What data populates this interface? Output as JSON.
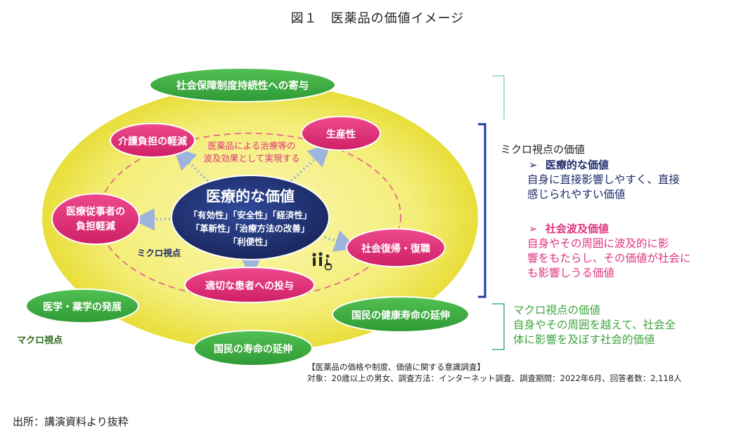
{
  "title": "図１　医薬品の価値イメージ",
  "diagram": {
    "top_node": "社会保障制度持続性への寄与",
    "center_title": "医療的な価値",
    "center_lines": [
      "「有効性」「安全性」「経済性」",
      "「革新性」「治療方法の改善」",
      "「利便性」"
    ],
    "inner_nodes": {
      "care_burden": "介護負担の軽減",
      "productivity": "生産性",
      "staff_line1": "医療従事者の",
      "staff_line2": "負担軽減",
      "return_work": "社会復帰・復職",
      "administration": "適切な患者への投与"
    },
    "ripple_note_line1": "医薬品による治療等の",
    "ripple_note_line2": "波及効果として実現する",
    "micro_label": "ミクロ視点",
    "macro_label": "マクロ視点",
    "outer_nodes": {
      "science": "医学・薬学の発展",
      "healthy_life": "国民の健康寿命の延伸",
      "longevity": "国民の寿命の延伸"
    }
  },
  "legend": {
    "micro_heading": "ミクロ視点の価値",
    "medical_bullet": "医療的な価値",
    "medical_desc_line1": "自身に直接影響しやすく、直接",
    "medical_desc_line2": "感じられやすい価値",
    "social_bullet": "社会波及価値",
    "social_desc_line1": "自身やその周囲に波及的に影",
    "social_desc_line2": "響をもたらし、その価値が社会に",
    "social_desc_line3": "も影響しうる価値",
    "macro_heading": "マクロ視点の価値",
    "macro_desc_line1": "自身やその周囲を越えて、社会全",
    "macro_desc_line2": "体に影響を及ぼす社会的価値",
    "bullet_glyph": "➢"
  },
  "survey_line1": "【医薬品の価格や制度、価値に関する意識調査】",
  "survey_line2": "対象：20歳以上の男女、調査方法：インターネット調査、調査期間：2022年6月、回答者数：2,118人",
  "source": "出所：講演資料より抜粋",
  "icons": {
    "people": "people-with-wheelchair-icon"
  },
  "colors": {
    "navy": "#1f2f6e",
    "pink": "#e0337e",
    "green": "#3aa53a",
    "yellow": "#f2ea5a"
  }
}
